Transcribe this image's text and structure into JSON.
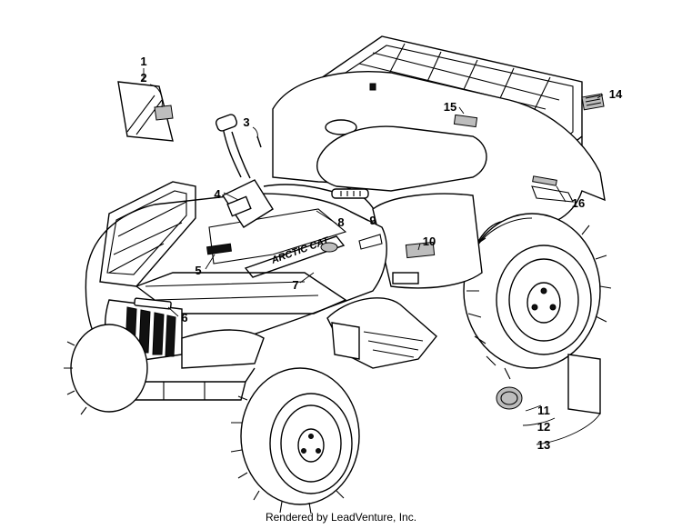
{
  "callouts": [
    {
      "id": "1",
      "label": "1"
    },
    {
      "id": "2",
      "label": "2"
    },
    {
      "id": "3",
      "label": "3"
    },
    {
      "id": "4",
      "label": "4"
    },
    {
      "id": "5",
      "label": "5"
    },
    {
      "id": "6",
      "label": "6"
    },
    {
      "id": "7",
      "label": "7"
    },
    {
      "id": "8",
      "label": "8"
    },
    {
      "id": "9",
      "label": "9"
    },
    {
      "id": "10",
      "label": "10"
    },
    {
      "id": "11",
      "label": "11"
    },
    {
      "id": "12",
      "label": "12"
    },
    {
      "id": "13",
      "label": "13"
    },
    {
      "id": "14",
      "label": "14"
    },
    {
      "id": "15",
      "label": "15"
    },
    {
      "id": "16",
      "label": "16"
    }
  ],
  "brand_decal": "ARCTIC CAT",
  "footer": "Rendered by LeadVenture, Inc."
}
